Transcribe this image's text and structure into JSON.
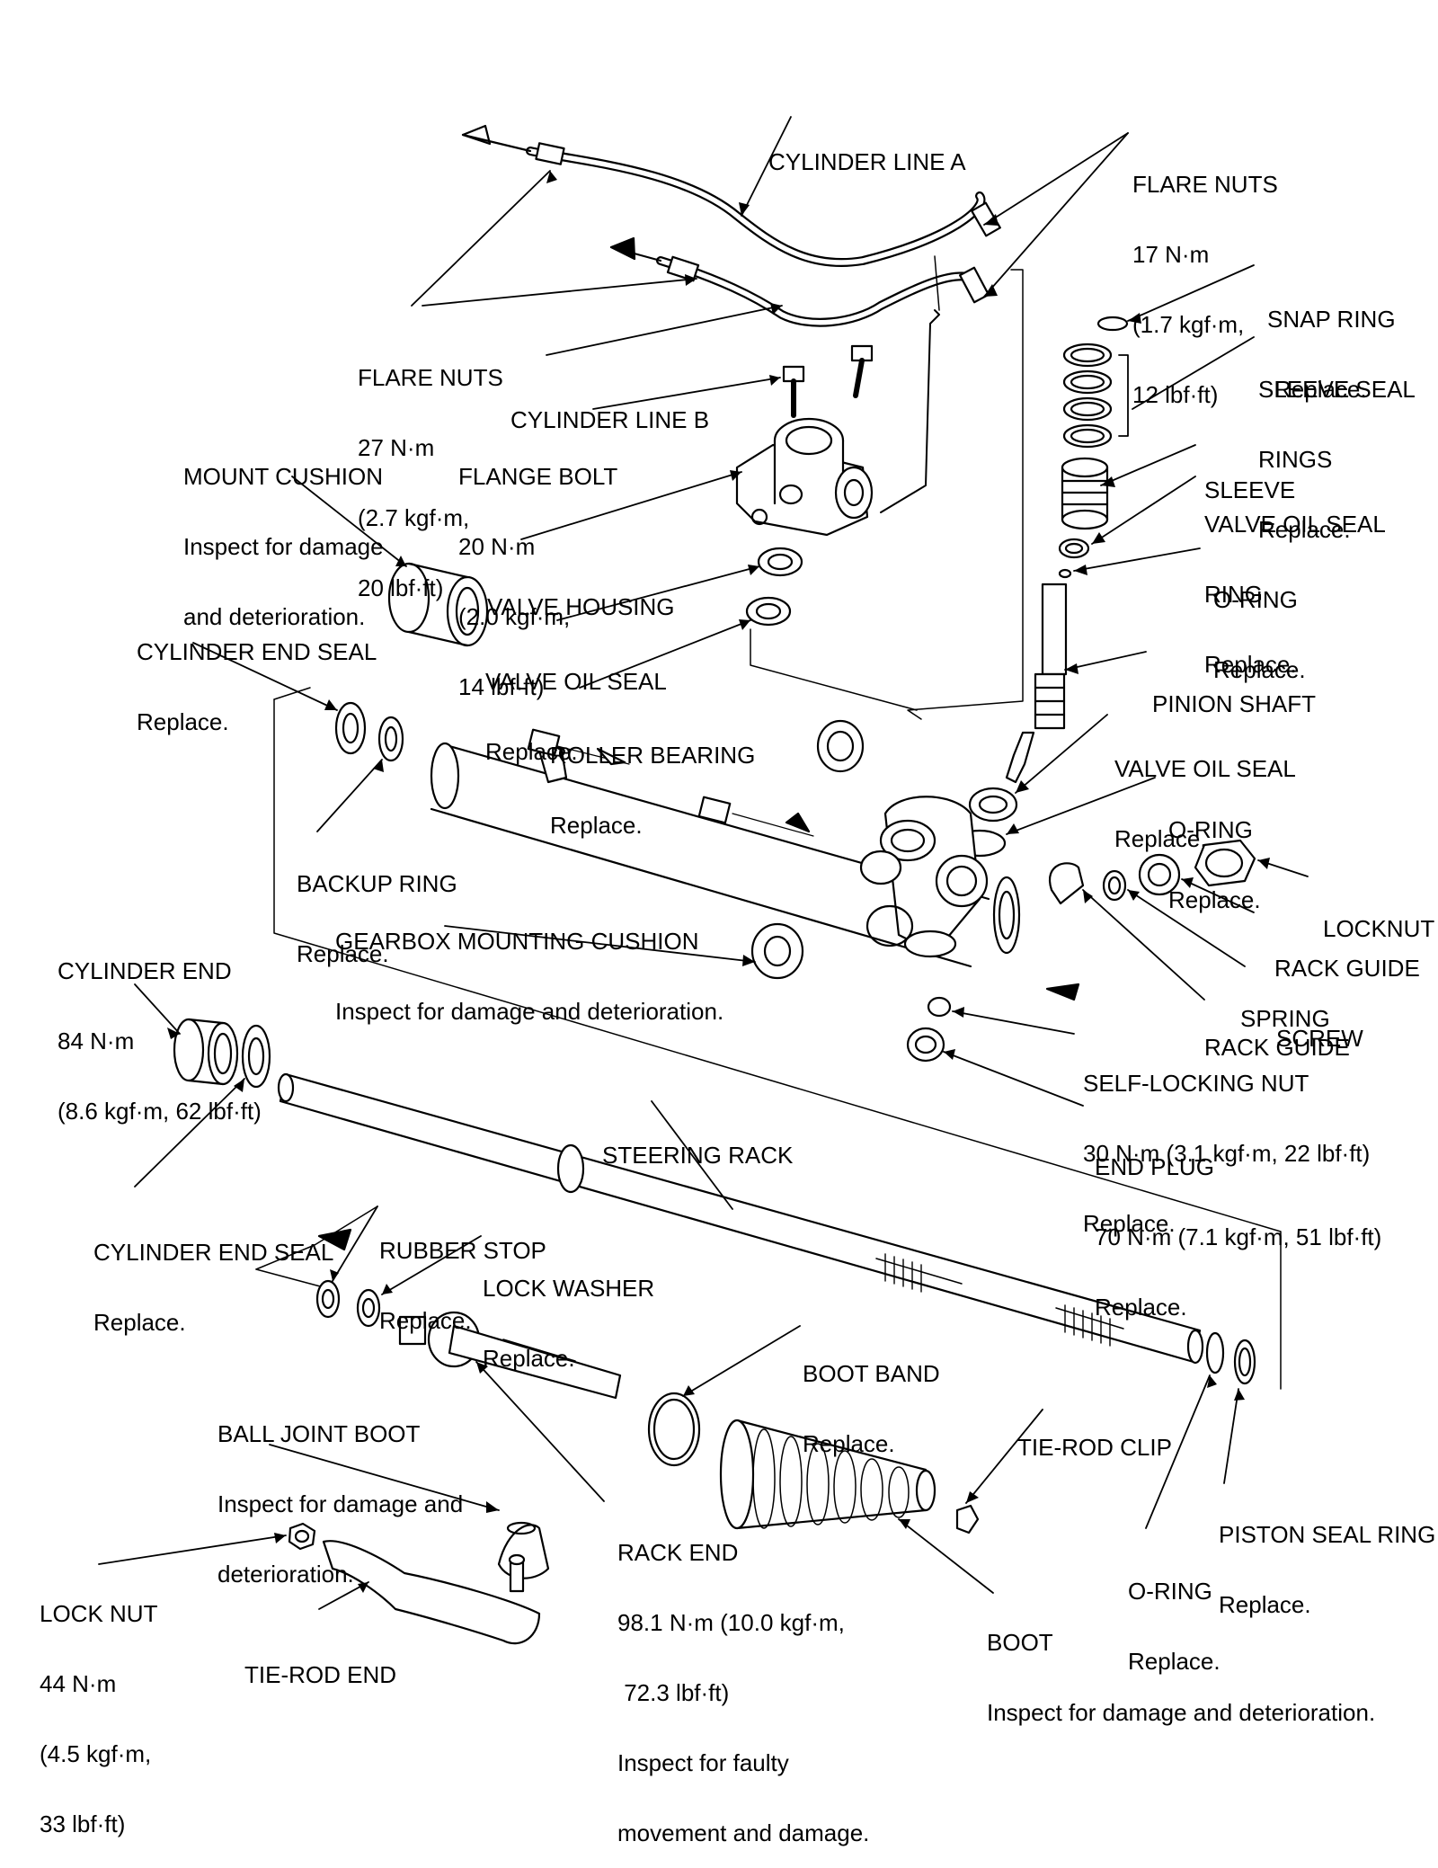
{
  "labels": {
    "cylinder_line_a": [
      "CYLINDER LINE A"
    ],
    "flare_nuts_17": [
      "FLARE NUTS",
      "17 N·m",
      "(1.7 kgf·m,",
      "12 lbf·ft)"
    ],
    "snap_ring": [
      "SNAP RING",
      "Replace."
    ],
    "sleeve_seal_rings": [
      "SLEEVE SEAL",
      "RINGS",
      "Replace."
    ],
    "sleeve": [
      "SLEEVE"
    ],
    "valve_oil_seal_ring": [
      "VALVE OIL SEAL",
      "RING",
      "Replace."
    ],
    "o_ring_top": [
      "O-RING",
      "Replace."
    ],
    "pinion_shaft": [
      "PINION SHAFT"
    ],
    "valve_oil_seal_right": [
      "VALVE OIL SEAL",
      "Replace."
    ],
    "o_ring_mid": [
      "O-RING",
      "Replace."
    ],
    "locknut": [
      "LOCKNUT"
    ],
    "rack_guide_screw": [
      "RACK GUIDE",
      "SCREW"
    ],
    "spring": [
      "SPRING"
    ],
    "rack_guide": [
      "RACK GUIDE"
    ],
    "self_locking_nut": [
      "SELF-LOCKING NUT",
      "30 N·m (3.1 kgf·m, 22 lbf·ft)",
      "Replace."
    ],
    "end_plug": [
      "END PLUG",
      "70 N·m (7.1 kgf·m, 51 lbf·ft)",
      "Replace."
    ],
    "flare_nuts_27": [
      "FLARE NUTS",
      "27 N·m",
      "(2.7 kgf·m,",
      "20 lbf·ft)"
    ],
    "cylinder_line_b": [
      "CYLINDER LINE B"
    ],
    "mount_cushion": [
      "MOUNT CUSHION",
      "Inspect for damage",
      "and deterioration."
    ],
    "flange_bolt": [
      "FLANGE BOLT",
      "20 N·m",
      "(2.0 kgf·m,",
      "14 lbf·ft)"
    ],
    "valve_housing": [
      "VALVE HOUSING"
    ],
    "cylinder_end_seal_top": [
      "CYLINDER END SEAL",
      "Replace."
    ],
    "valve_oil_seal_left": [
      "VALVE OIL SEAL",
      "Replace."
    ],
    "roller_bearing": [
      "ROLLER BEARING",
      "Replace."
    ],
    "backup_ring": [
      "BACKUP RING",
      "Replace."
    ],
    "gearbox_mounting_cushion": [
      "GEARBOX MOUNTING CUSHION",
      "Inspect for damage and deterioration."
    ],
    "cylinder_end": [
      "CYLINDER END",
      "84 N·m",
      "(8.6 kgf·m, 62 lbf·ft)"
    ],
    "steering_rack": [
      "STEERING RACK"
    ],
    "cylinder_end_seal_bottom": [
      "CYLINDER END SEAL",
      "Replace."
    ],
    "rubber_stop": [
      "RUBBER STOP",
      "Replace."
    ],
    "lock_washer": [
      "LOCK WASHER",
      "Replace."
    ],
    "boot_band": [
      "BOOT BAND",
      "Replace."
    ],
    "ball_joint_boot": [
      "BALL JOINT BOOT",
      "Inspect for damage and",
      "deterioration."
    ],
    "tie_rod_clip": [
      "TIE-ROD CLIP"
    ],
    "piston_seal_ring": [
      "PISTON SEAL RING",
      "Replace."
    ],
    "rack_end": [
      "RACK END",
      "98.1 N·m (10.0 kgf·m,",
      " 72.3 lbf·ft)",
      "Inspect for faulty",
      "movement and damage."
    ],
    "o_ring_bottom": [
      "O-RING",
      "Replace."
    ],
    "boot": [
      "BOOT",
      "Inspect for damage and deterioration."
    ],
    "lock_nut": [
      "LOCK NUT",
      "44 N·m",
      "(4.5 kgf·m,",
      "33 lbf·ft)"
    ],
    "tie_rod_end": [
      "TIE-ROD END"
    ]
  }
}
